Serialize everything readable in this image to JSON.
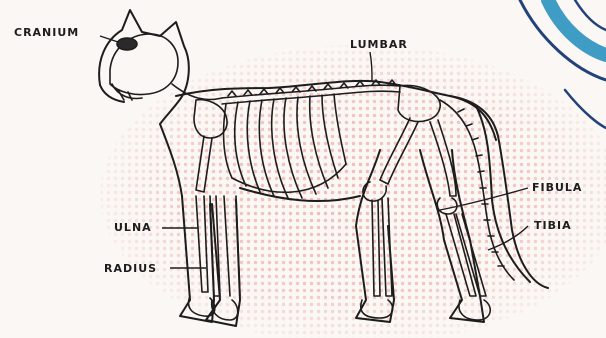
{
  "labels": {
    "cranium": "CRANIUM",
    "lumbar": "LUMBAR",
    "ulna": "ULNA",
    "radius": "RADIUS",
    "fibula": "FIBULA",
    "tibia": "TIBIA"
  },
  "colors": {
    "paper": "#fbf7f4",
    "texture_dots": "#e9a9a2",
    "ink": "#1d1d1d",
    "skull_fill": "#2a2a2a",
    "swirl_blue": "#3f9cc4",
    "swirl_navy": "#24427a"
  }
}
